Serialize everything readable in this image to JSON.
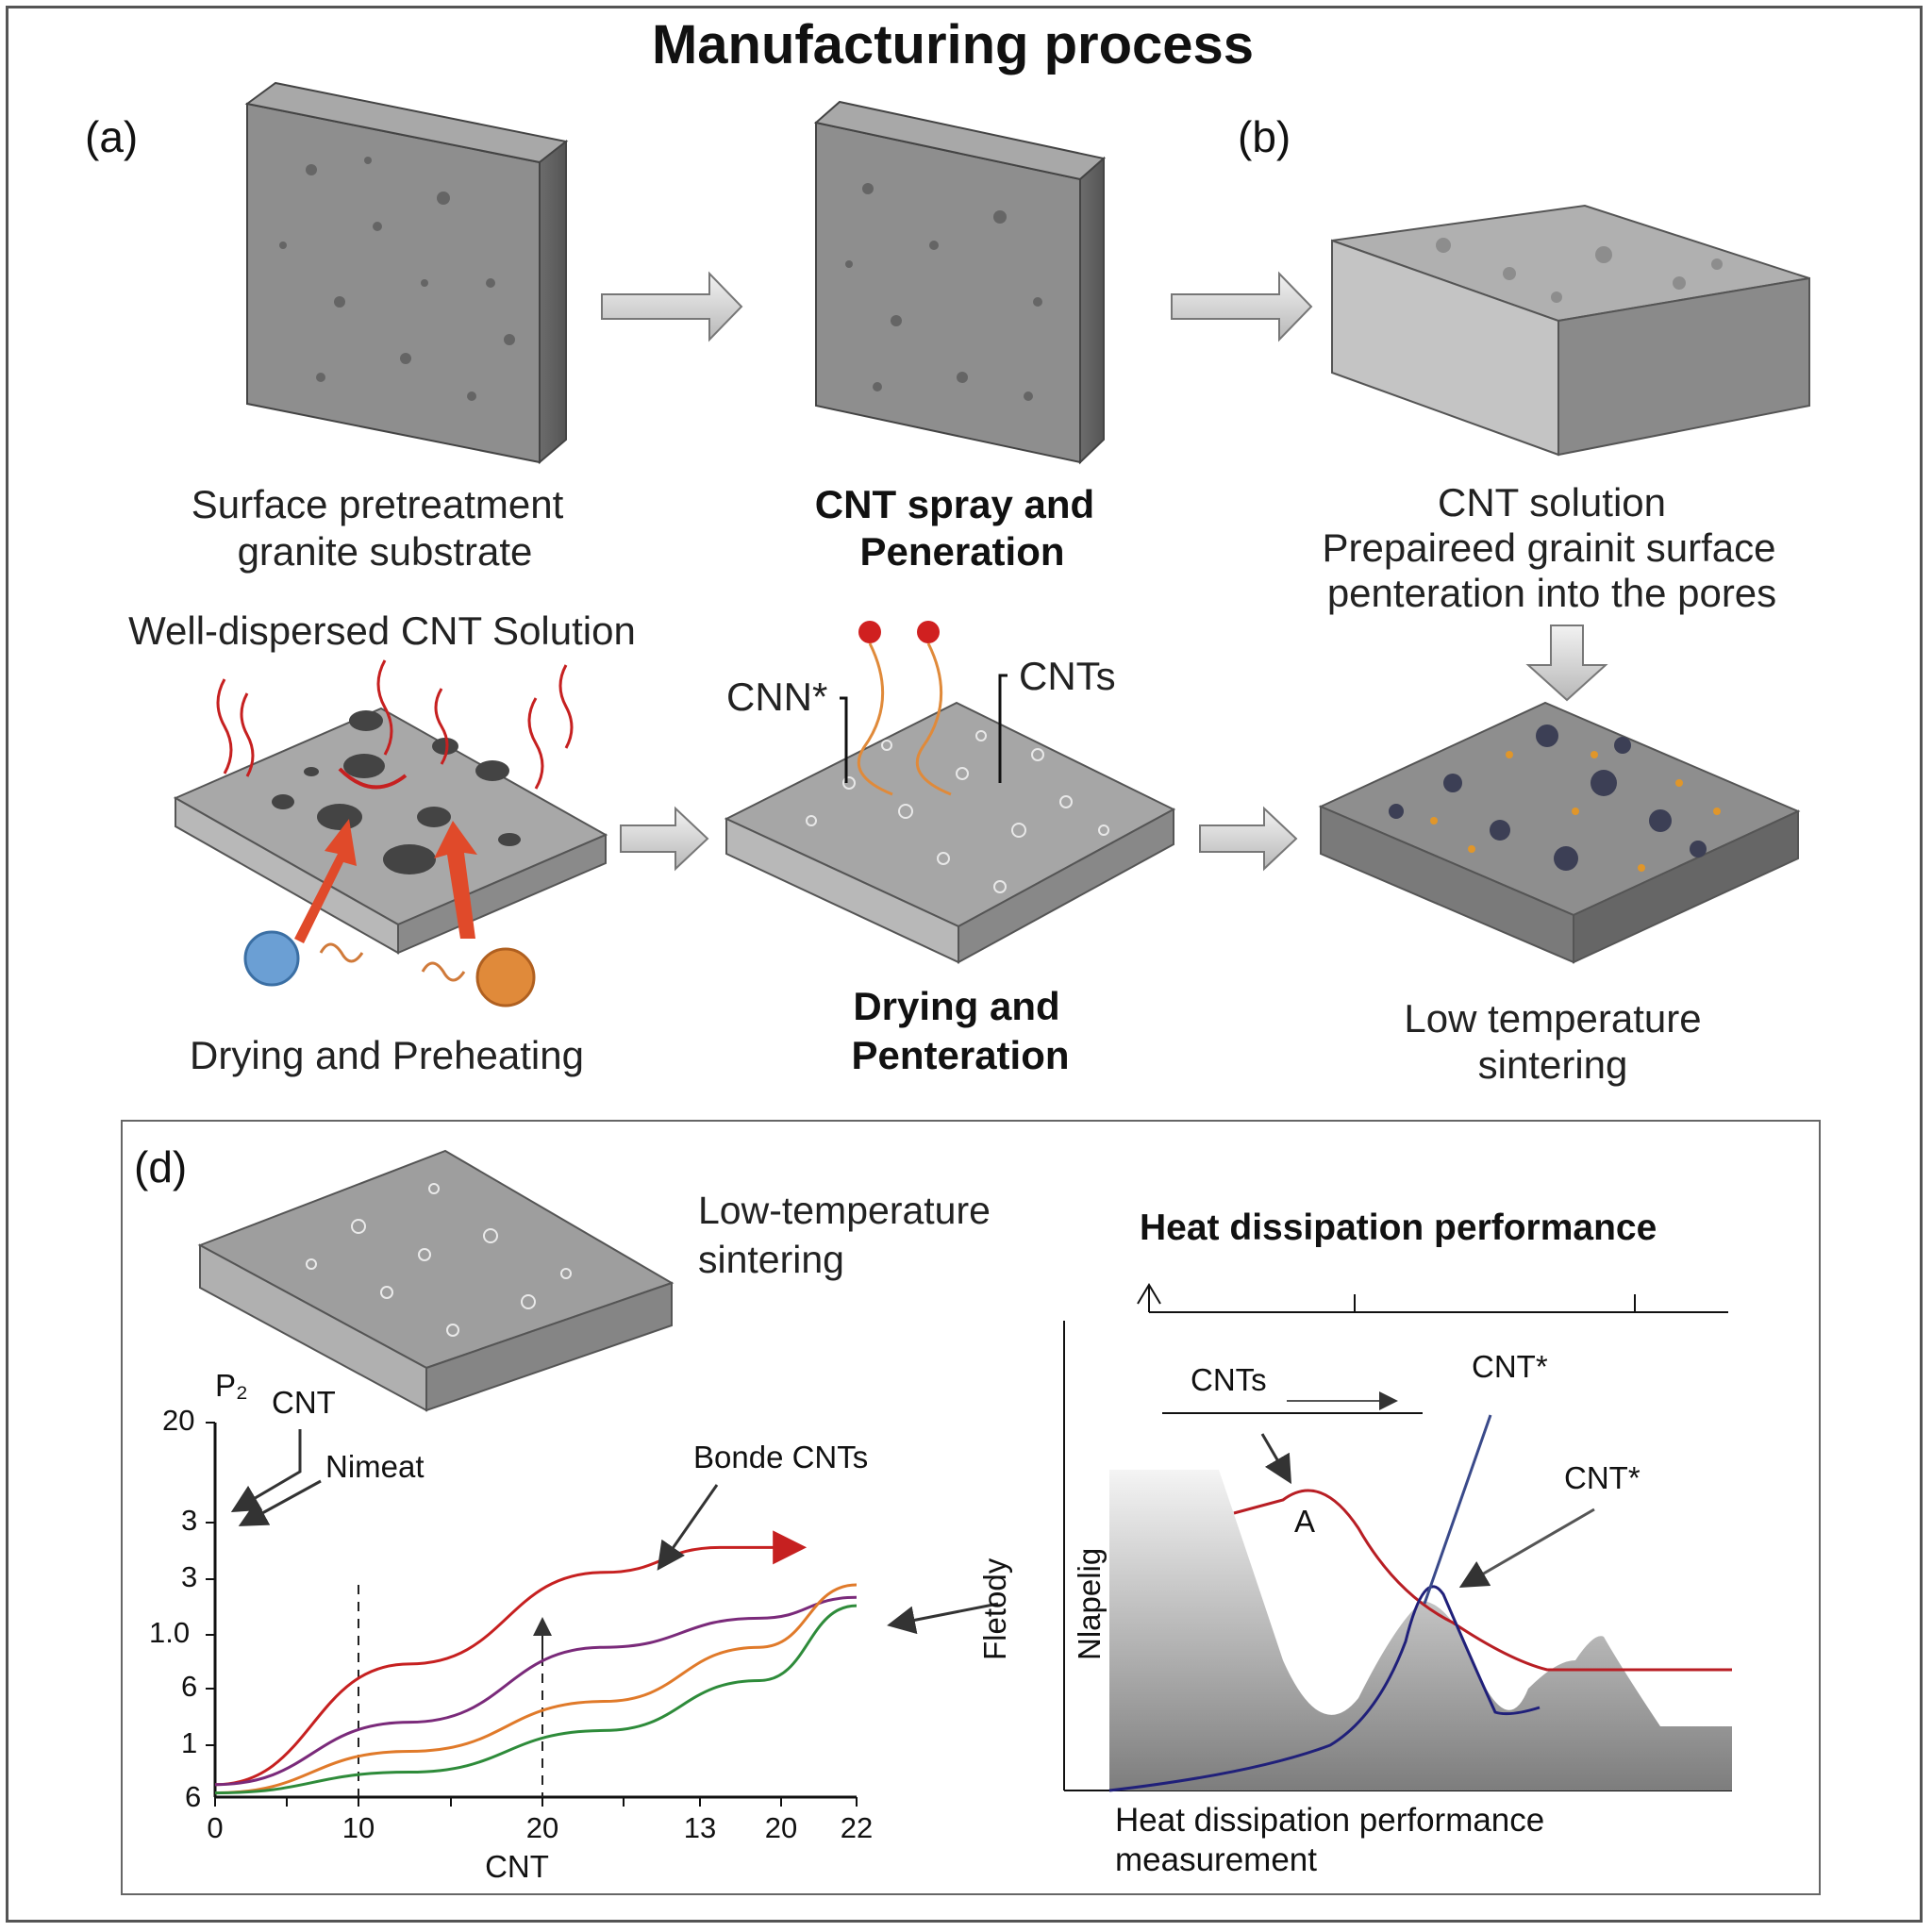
{
  "title": "Manufacturing process",
  "panels": {
    "a_label": "(a)",
    "b_label": "(b)",
    "d_label": "(d)"
  },
  "captions": {
    "step1": [
      "Surface pretreatment",
      "granite substrate"
    ],
    "step2": [
      "CNT spray and",
      "Peneration"
    ],
    "step3": [
      "CNT solution",
      "Prepaireed grainit surface",
      "penteration into the pores"
    ],
    "solution": "Well-dispersed CNT Solution",
    "preheat": "Drying and Preheating",
    "drying": [
      "Drying and",
      "Penteration"
    ],
    "sinter": [
      "Low temperature",
      "sintering"
    ],
    "cnn": "CNN*",
    "cnts": "CNTs"
  },
  "panel_d": {
    "sinter_label": [
      "Low-temperature",
      "sintering"
    ],
    "heat_title": "Heat dissipation performance",
    "heat_xlabel": [
      "Heat dissipation performance",
      "measurement"
    ],
    "heat_ylabel_1": "Fletody",
    "heat_ylabel_2": "Nlapelig",
    "heat_cnts": "CNTs",
    "heat_cnt_star_1": "CNT*",
    "heat_cnt_star_2": "CNT*",
    "heat_point_a": "A"
  },
  "chart_data": {
    "type": "line",
    "ylabel_top": "P₂",
    "xlabel": "CNT",
    "x_ticks": [
      "0",
      "10",
      "20",
      "13",
      "20",
      "22"
    ],
    "y_ticks": [
      "20",
      "3",
      "3",
      "1.0",
      "6",
      "1",
      "6"
    ],
    "annotations": [
      "CNT",
      "Nimeat",
      "Bonde CNTs"
    ],
    "colors": {
      "red": "#c62020",
      "purple": "#7a2a7a",
      "orange": "#e07a2a",
      "green": "#2e8b3a"
    },
    "series": [
      {
        "color": "red",
        "points": [
          [
            0,
            0.3
          ],
          [
            10,
            3.2
          ],
          [
            20,
            5.4
          ],
          [
            26,
            6.0
          ],
          [
            30,
            6.0
          ]
        ]
      },
      {
        "color": "purple",
        "points": [
          [
            0,
            0.3
          ],
          [
            10,
            1.8
          ],
          [
            20,
            3.6
          ],
          [
            28,
            4.3
          ],
          [
            33,
            4.8
          ]
        ]
      },
      {
        "color": "orange",
        "points": [
          [
            0,
            0.1
          ],
          [
            10,
            1.1
          ],
          [
            20,
            2.3
          ],
          [
            28,
            3.6
          ],
          [
            33,
            5.1
          ]
        ]
      },
      {
        "color": "green",
        "points": [
          [
            0,
            0.1
          ],
          [
            10,
            0.6
          ],
          [
            20,
            1.6
          ],
          [
            28,
            2.8
          ],
          [
            33,
            4.6
          ]
        ]
      }
    ]
  }
}
